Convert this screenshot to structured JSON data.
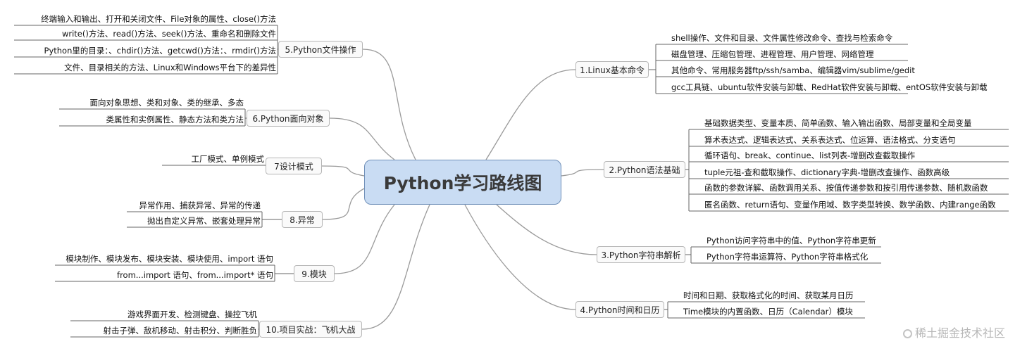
{
  "center": "Python学习路线图",
  "right": [
    {
      "label": "1.Linux基本命令",
      "items": [
        "shell操作、文件和目录、文件属性修改命令、查找与检索命令",
        "磁盘管理、压缩包管理、进程管理、用户管理、网络管理",
        "其他命令、常用服务器ftp/ssh/samba、编辑器vim/sublime/gedit",
        "gcc工具链、ubuntu软件安装与卸载、RedHat软件安装与卸载、entOS软件安装与卸载"
      ]
    },
    {
      "label": "2.Python语法基础",
      "items": [
        "基础数据类型、变量本质、简单函数、输入输出函数、局部变量和全局变量",
        "算术表达式、逻辑表达式、关系表达式、位运算、语法格式、分支语句",
        "循环语句、break、continue、list列表-增删改查截取操作",
        "tuple元祖-查和截取操作、dictionary字典-增删改查操作、函数高级",
        "函数的参数详解、函数调用关系、按值传递参数和按引用传递参数、随机数函数",
        "匿名函数、return语句、变量作用域、数字类型转换、数学函数、内建range函数"
      ]
    },
    {
      "label": "3.Python字符串解析",
      "items": [
        "Python访问字符串中的值、Python字符串更新",
        "Python字符串运算符、Python字符串格式化"
      ]
    },
    {
      "label": "4.Python时间和日历",
      "items": [
        "时间和日期、获取格式化的时间、获取某月日历",
        "Time模块的内置函数、日历（Calendar）模块"
      ]
    }
  ],
  "left": [
    {
      "label": "5.Python文件操作",
      "items": [
        "终端输入和输出、打开和关闭文件、File对象的属性、close()方法",
        "write()方法、read()方法、seek()方法、重命名和删除文件",
        "Python里的目录：、chdir()方法、getcwd()方法：、rmdir()方法",
        "文件、目录相关的方法、Linux和Windows平台下的差异性"
      ]
    },
    {
      "label": "6.Python面向对象",
      "items": [
        "面向对象思想、类和对象、类的继承、多态",
        "类属性和实例属性、静态方法和类方法"
      ]
    },
    {
      "label": "7设计模式",
      "items": [
        "工厂模式、单例模式"
      ]
    },
    {
      "label": "8.异常",
      "items": [
        "异常作用、捕获异常、异常的传递",
        "抛出自定义异常、嵌套处理异常"
      ]
    },
    {
      "label": "9.模块",
      "items": [
        "模块制作、模块发布、模块安装、模块使用、import 语句",
        "from...import 语句、from...import* 语句"
      ]
    },
    {
      "label": "10.项目实战：飞机大战",
      "items": [
        "游戏界面开发、检测键盘、操控飞机",
        "射击子弹、敌机移动、射击积分、判断胜负"
      ]
    }
  ],
  "watermark": "稀土掘金技术社区"
}
